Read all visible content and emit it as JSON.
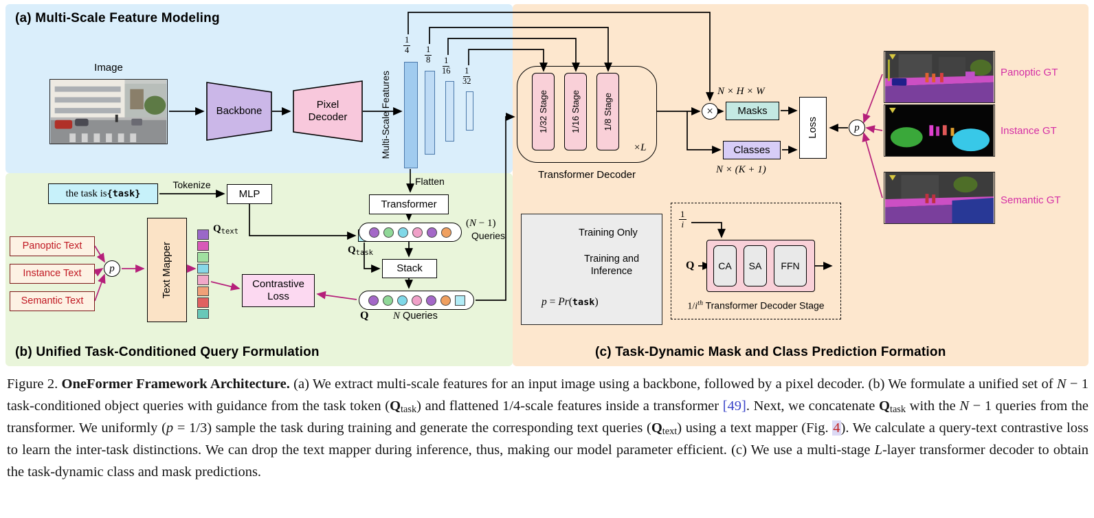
{
  "figure": {
    "panel_a_title": "(a) Multi-Scale Feature Modeling",
    "panel_b_title": "(b) Unified Task-Conditioned Query Formulation",
    "panel_c_title": "(c) Task-Dynamic Mask and Class Prediction Formation"
  },
  "a": {
    "image_label": "Image",
    "backbone": "Backbone",
    "pixel_decoder": "Pixel Decoder",
    "msf_label": "Multi-Scale Features",
    "fractions": [
      {
        "num": "1",
        "den": "4"
      },
      {
        "num": "1",
        "den": "8"
      },
      {
        "num": "1",
        "den": "16"
      },
      {
        "num": "1",
        "den": "32"
      }
    ]
  },
  "b": {
    "task_prefix": "the task is ",
    "task_token": "{task}",
    "tokenize": "Tokenize",
    "mlp": "MLP",
    "q_task_base": "Q",
    "q_task_sub": "task",
    "text_boxes": [
      "Panoptic Text",
      "Instance Text",
      "Semantic Text"
    ],
    "p": "p",
    "text_mapper": "Text Mapper",
    "q_text_base": "Q",
    "q_text_sub": "text",
    "contrastive_line1": "Contrastive",
    "contrastive_line2": "Loss",
    "flatten": "Flatten",
    "transformer": "Transformer",
    "nq_line1_pre": "(",
    "nq_line1_n": "N",
    "nq_line1_post": " − 1)",
    "nq_line2": "Queries",
    "stack": "Stack",
    "q_label": "Q",
    "n_queries_n": "N",
    "n_queries_rest": " Queries"
  },
  "c": {
    "stages": [
      "1/32 Stage",
      "1/16 Stage",
      "1/8 Stage"
    ],
    "times_l": "×L",
    "decoder_label": "Transformer Decoder",
    "otimes": "×",
    "masks_dim": "N × H × W",
    "masks": "Masks",
    "classes": "Classes",
    "classes_dim": "N × (K + 1)",
    "loss": "Loss",
    "p": "p",
    "gt_labels": {
      "panoptic": "Panoptic GT",
      "instance": "Instance GT",
      "semantic": "Semantic GT"
    },
    "legend": {
      "training_only": "Training Only",
      "training_inference_1": "Training and",
      "training_inference_2": "Inference",
      "prob_p": "p",
      "prob_eq": " = ",
      "prob_pr": "Pr",
      "prob_open": "(",
      "prob_task": "task",
      "prob_close": ")"
    },
    "stage_detail": {
      "frac_num": "1",
      "frac_den": "i",
      "q": "Q",
      "ca": "CA",
      "sa": "SA",
      "ffn": "FFN",
      "cap_pre": "1/",
      "cap_i": "i",
      "cap_sup": "th",
      "cap_rest": " Transformer Decoder Stage"
    }
  },
  "queries": {
    "row1": [
      "#a468c8",
      "#90d898",
      "#80d8e8",
      "#f0a0c8",
      "#a468c8",
      "#f0a060"
    ],
    "row2": [
      "#a468c8",
      "#90d898",
      "#80d8e8",
      "#f0a0c8",
      "#a468c8",
      "#f0a060"
    ],
    "task_square": "#b2ecf6",
    "q_text_column": [
      "#9a68c8",
      "#d858b8",
      "#a0e0a0",
      "#88d8e8",
      "#f0a8c8",
      "#f0a078",
      "#e06060",
      "#68c8b8"
    ]
  },
  "colors": {
    "panel_a_bg": "#daeefb",
    "panel_b_bg": "#e9f5da",
    "panel_c_bg": "#fde7ce",
    "magenta": "#b51f7a",
    "gt_label": "#d42fa5",
    "backbone_fill": "#cbb7e8",
    "pixel_decoder_fill": "#f8c8dc",
    "stage_fill": "#f9d0d8",
    "masks_fill": "#c4e9e3",
    "classes_fill": "#d7cdf7",
    "task_box_fill": "#c7f1fa",
    "text_mapper_fill": "#fbe3c6",
    "contrastive_fill": "#fcd9f1"
  },
  "caption": {
    "segments": [
      "Figure 2.  ",
      "OneFormer Framework Architecture.",
      "  (a) We extract multi-scale features for an input image using a backbone, followed by a pixel decoder. (b) We formulate a unified set of ",
      "N",
      " − 1 task-conditioned object queries with guidance from the task token (",
      "Q",
      "task",
      ") and flattened 1/4-scale features inside a transformer ",
      "[49]",
      ". Next, we concatenate ",
      "Q",
      "task",
      " with the ",
      "N",
      " − 1 queries from the transformer. We uniformly (",
      "p",
      " = 1/3) sample the task during training and generate the corresponding text queries (",
      "Q",
      "text",
      ") using a text mapper (Fig. ",
      "4",
      "). We calculate a query-text contrastive loss to learn the inter-task distinctions. We can drop the text mapper during inference, thus, making our model parameter efficient. (c) We use a multi-stage ",
      "L",
      "-layer transformer decoder to obtain the task-dynamic class and mask predictions."
    ]
  }
}
